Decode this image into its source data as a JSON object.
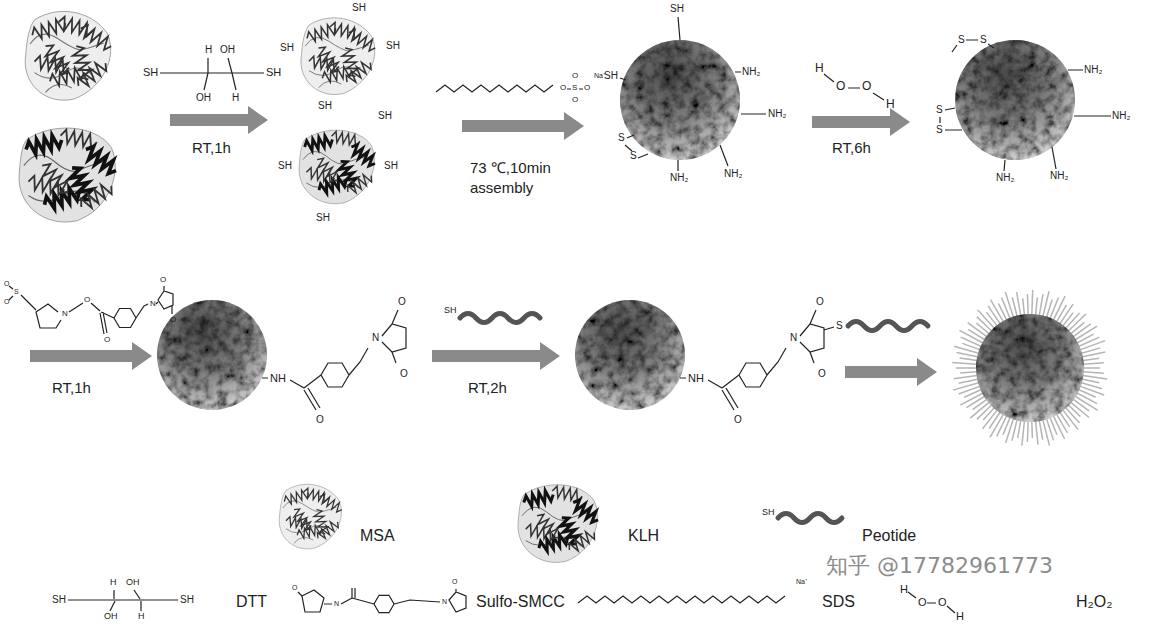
{
  "diagram": {
    "labels": [
      "SH",
      "H",
      "OH",
      "OH",
      "H",
      "SH",
      "RT,1h",
      "SH",
      "SH",
      "SH",
      "SH",
      "SH",
      "SH",
      "SH",
      "SH",
      "O",
      "S",
      "O",
      "O",
      "O",
      "Na⁺",
      "73 ℃,10min",
      "assembly",
      "SH",
      "SH",
      "S",
      "S",
      "NH₂",
      "NH₂",
      "NH₂",
      "NH₂",
      "H",
      "O",
      "O",
      "H",
      "RT,6h",
      "S",
      "S",
      "S",
      "S",
      "NH₂",
      "NH₂",
      "NH₂",
      "NH₂",
      "O",
      "S",
      "O",
      "N",
      "O",
      "O",
      "N",
      "O",
      "O",
      "RT,1h",
      "NH",
      "O",
      "O",
      "N",
      "O",
      "SH",
      "RT,2h",
      "NH",
      "O",
      "O",
      "N",
      "O",
      "S",
      "SH",
      "H",
      "OH",
      "OH",
      "H",
      "SH",
      "O",
      "N",
      "O",
      "N",
      "H",
      "O",
      "O",
      "H",
      "知乎 @17782961773",
      "SH",
      "Na⁺"
    ],
    "legend": [
      {
        "text": "MSA"
      },
      {
        "text": "KLH"
      },
      {
        "text": "Peotide"
      },
      {
        "text": "DTT"
      },
      {
        "text": "Sulfo-SMCC"
      },
      {
        "text": "SDS"
      },
      {
        "text": "H₂O₂"
      }
    ]
  }
}
